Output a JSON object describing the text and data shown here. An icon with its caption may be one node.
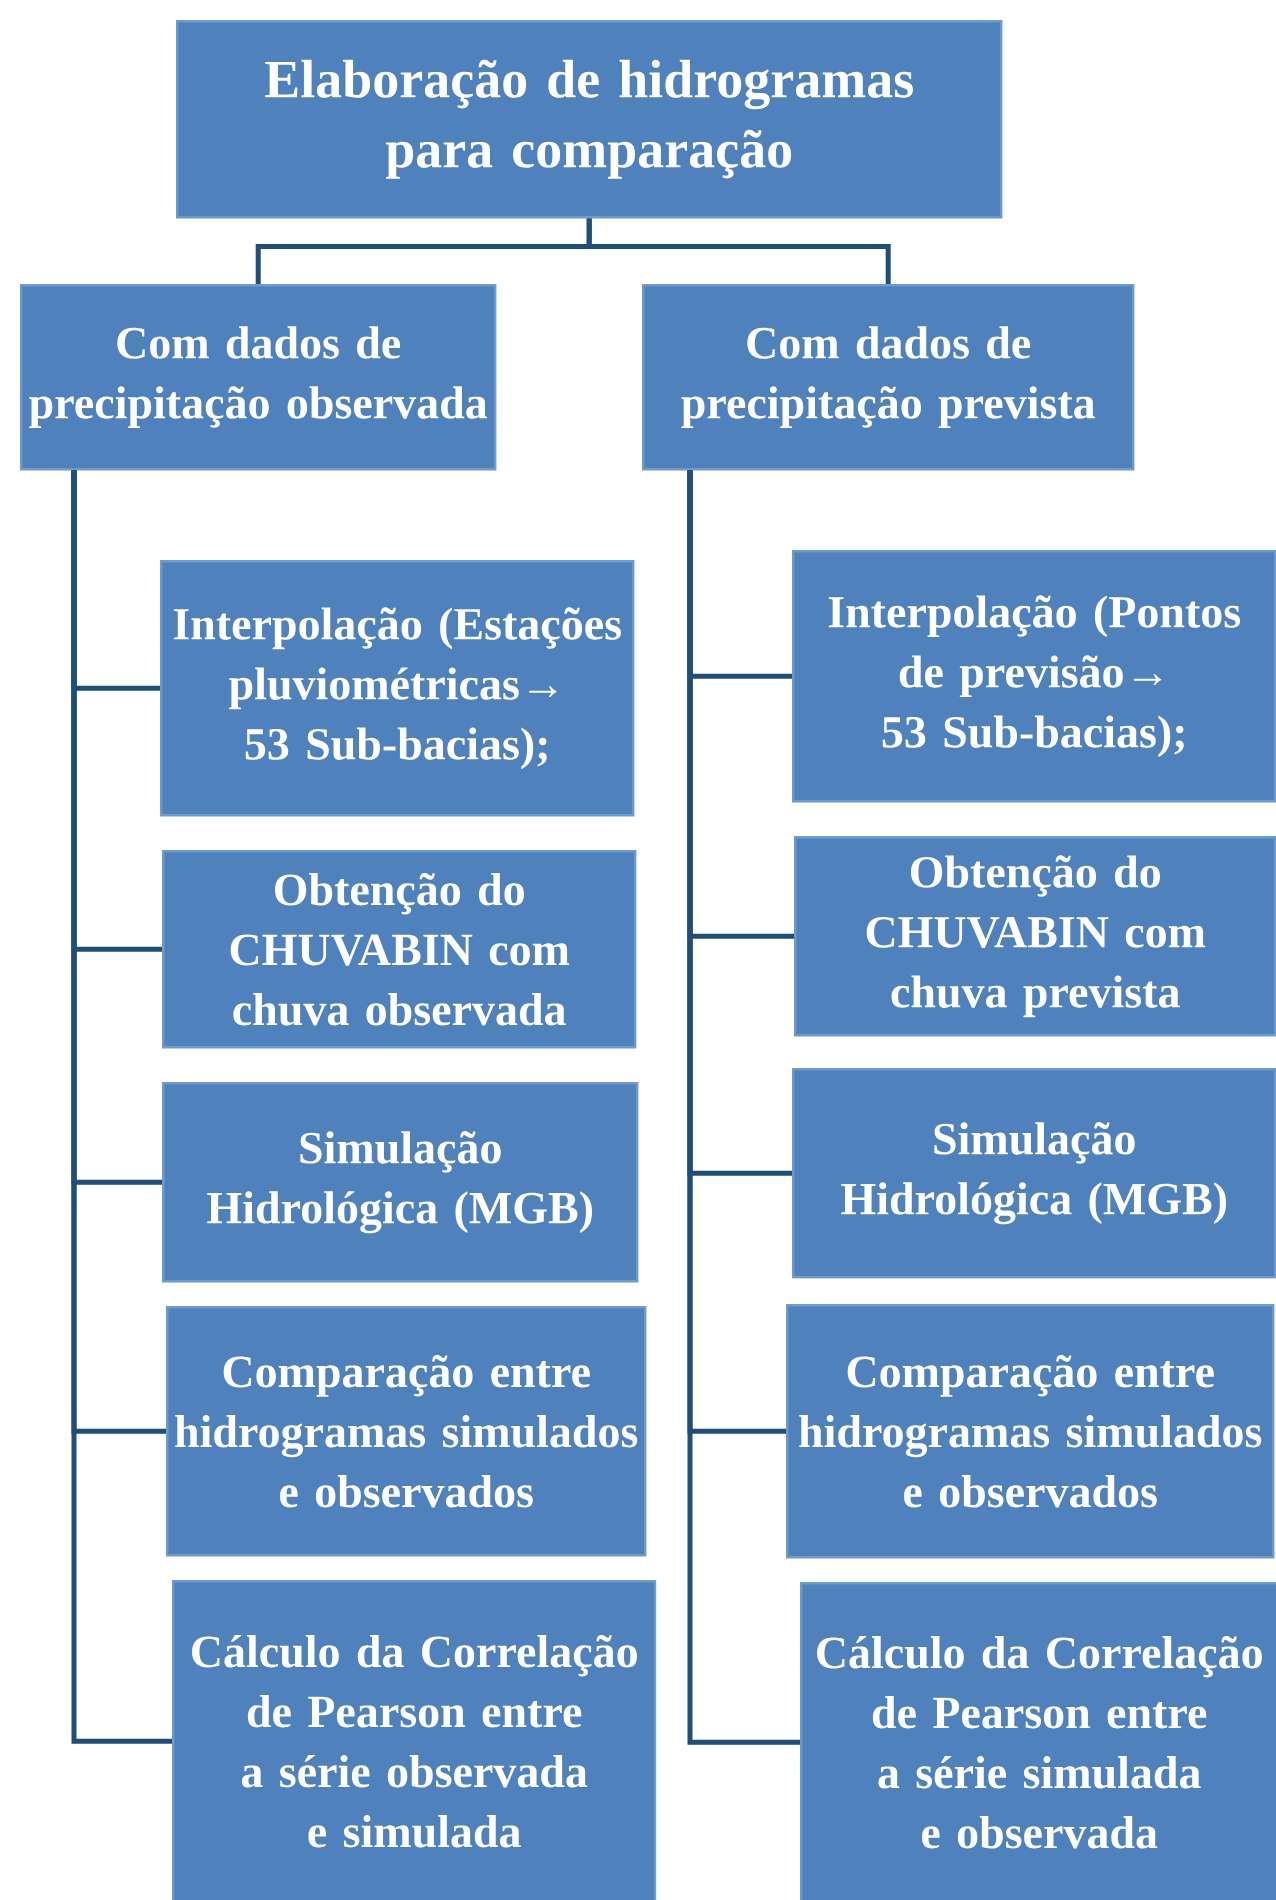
{
  "diagram": {
    "nodes": [
      {
        "text": [
          "Elaboração de hidrogramas para comparação"
        ]
      },
      {
        "text": [
          "Com dados de precipitação observada"
        ]
      },
      {
        "text": [
          "Com dados de precipitação prevista"
        ]
      },
      {
        "text": [
          "Interpolação (Estações pluviométricas→ 53 Sub-bacias);"
        ]
      },
      {
        "text": [
          "Obtenção do CHUVABIN com chuva observada"
        ]
      },
      {
        "text": [
          "Simulação Hidrológica (MGB)"
        ]
      },
      {
        "text": [
          "Comparação entre hidrogramas simulados e observados"
        ]
      },
      {
        "text": [
          "Cálculo da Correlação de Pearson entre a série observada e simulada"
        ]
      },
      {
        "text": [
          "Interpolação (Pontos de previsão→ 53 Sub-bacias);"
        ]
      },
      {
        "text": [
          "Obtenção do CHUVABIN com chuva prevista"
        ]
      },
      {
        "text": [
          "Simulação Hidrológica (MGB)"
        ]
      },
      {
        "text": [
          "Comparação entre hidrogramas simulados e observados"
        ]
      },
      {
        "text": [
          "Cálculo da Correlação de Pearson entre a série simulada e observada"
        ]
      }
    ],
    "edges": [
      {
        "from": 0,
        "to": 1,
        "arrow": "none"
      },
      {
        "from": 0,
        "to": 2,
        "arrow": "none"
      },
      {
        "from": 1,
        "to": 3,
        "arrow": "none"
      },
      {
        "from": 1,
        "to": 4,
        "arrow": "none"
      },
      {
        "from": 1,
        "to": 5,
        "arrow": "none"
      },
      {
        "from": 1,
        "to": 6,
        "arrow": "none"
      },
      {
        "from": 1,
        "to": 7,
        "arrow": "none"
      },
      {
        "from": 2,
        "to": 8,
        "arrow": "none"
      },
      {
        "from": 2,
        "to": 9,
        "arrow": "none"
      },
      {
        "from": 2,
        "to": 10,
        "arrow": "none"
      },
      {
        "from": 2,
        "to": 11,
        "arrow": "none"
      },
      {
        "from": 2,
        "to": 12,
        "arrow": "none"
      }
    ]
  }
}
